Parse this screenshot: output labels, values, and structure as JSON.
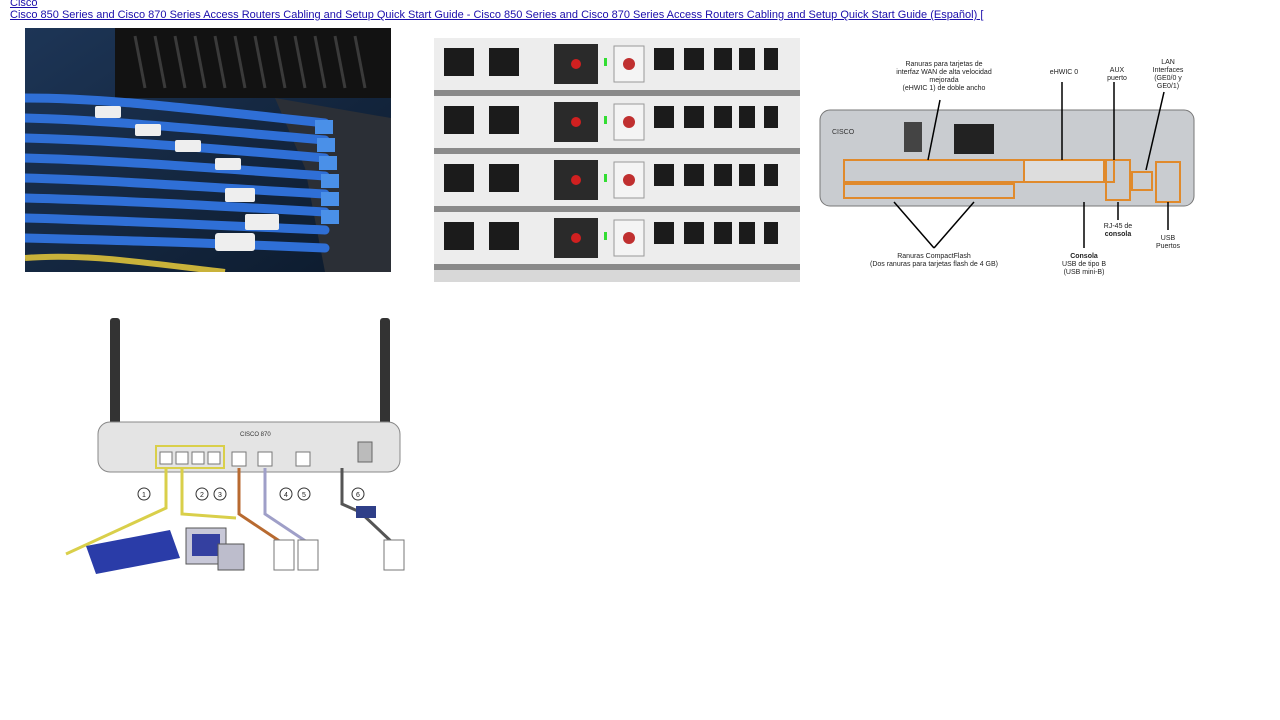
{
  "links": {
    "top": "Cisco",
    "second": "Cisco 850 Series and Cisco 870 Series Access Routers Cabling and Setup Quick Start Guide - Cisco 850 Series and Cisco 870 Series Access Routers Cabling and Setup Quick Start Guide (Español) ["
  },
  "images": [
    {
      "icon": "ethernet-cables-photo"
    },
    {
      "icon": "server-rack-photo"
    },
    {
      "icon": "router-rear-panel-diagram",
      "brand": "CISCO",
      "labels": {
        "ehwic_slots": [
          "Ranuras para tarjetas de",
          "interfaz WAN de alta velocidad",
          "mejorada",
          "(eHWIC 1) de doble ancho"
        ],
        "ehwic0": "eHWIC 0",
        "aux": [
          "AUX",
          "puerto"
        ],
        "lan": [
          "LAN",
          "Interfaces",
          "(GE0/0 y",
          "GE0/1)"
        ],
        "compactflash": [
          "Ranuras CompactFlash",
          "(Dos ranuras para tarjetas flash de 4 GB)"
        ],
        "rj45": [
          "RJ-45 de",
          "consola"
        ],
        "console": [
          "Consola",
          "USB de tipo B",
          "(USB mini-B)"
        ],
        "usb": [
          "USB",
          "Puertos"
        ]
      }
    },
    {
      "icon": "router-cabling-diagram",
      "brand": "CISCO 870",
      "callouts": [
        "1",
        "2",
        "3",
        "4",
        "5",
        "6"
      ]
    }
  ]
}
